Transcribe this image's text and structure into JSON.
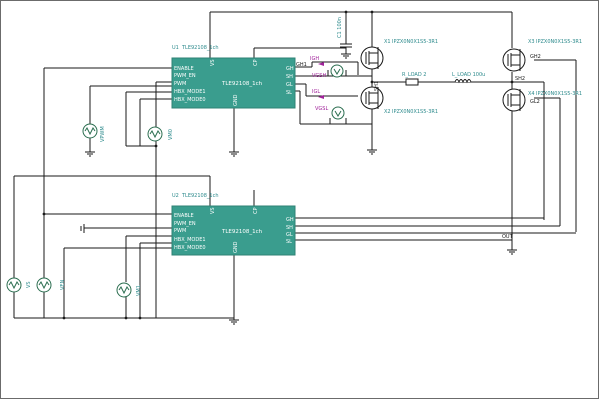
{
  "diagram": {
    "u1": {
      "ref": "U1",
      "part": "TLE92108_1ch",
      "center_label": "TLE92108_1ch",
      "pins_left": [
        "ENABLE",
        "PWM_EN",
        "PWM",
        "HBX_MODE1",
        "HBX_MODE0"
      ],
      "pins_right": [
        "GH",
        "SH",
        "GL",
        "SL"
      ],
      "pin_top_left": "VS",
      "pin_top_right": "CP",
      "pin_bottom": "GND"
    },
    "u2": {
      "ref": "U2",
      "part": "TLE92108_1ch",
      "center_label": "TLE92108_1ch",
      "pins_left": [
        "ENABLE",
        "PWM_EN",
        "PWM",
        "HBX_MODE1",
        "HBX_MODE0"
      ],
      "pins_right": [
        "GH",
        "SH",
        "GL",
        "SL"
      ],
      "pin_top_left": "VS",
      "pin_top_right": "CP",
      "pin_bottom": "GND"
    },
    "mosfets": [
      {
        "ref": "X1",
        "part": "IPZX0N0X1S5-3R1"
      },
      {
        "ref": "X2",
        "part": "IPZX0N0X1S5-3R1"
      },
      {
        "ref": "X3",
        "part": "IPZX0N0X1S5-3R1"
      },
      {
        "ref": "X4",
        "part": "IPZX0N0X1S5-3R1"
      }
    ],
    "capacitor": {
      "ref": "C1",
      "value": "C1 100n"
    },
    "resistor": {
      "label": "R_LOAD 2"
    },
    "inductor": {
      "label": "L_LOAD 100u"
    },
    "probes": {
      "igh": "IGH",
      "igl": "IGL",
      "vgsh": "VGSH",
      "vgsl": "VGSL"
    },
    "nets": {
      "gh1": "GH1",
      "sh1": "SH1",
      "gh2": "GH2",
      "gl2": "GL2",
      "sh2": "SH2",
      "out": "OUT"
    },
    "sources": {
      "vpwm": "VPWM",
      "vm0_1": "VM0",
      "vs": "VS",
      "ven": "VEN",
      "vm1": "VM1"
    }
  }
}
